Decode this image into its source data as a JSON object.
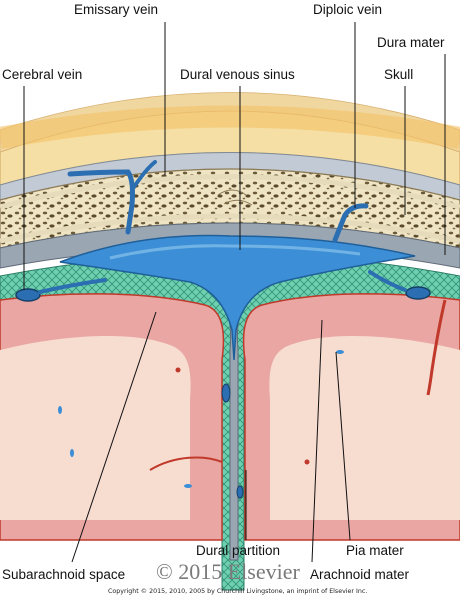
{
  "labels": {
    "emissary_vein": "Emissary vein",
    "diploic_vein": "Diploic vein",
    "dura_mater": "Dura mater",
    "cerebral_vein": "Cerebral vein",
    "dural_venous_sinus": "Dural venous sinus",
    "skull": "Skull",
    "dural_partition": "Dural partition",
    "pia_mater": "Pia mater",
    "subarachnoid_space": "Subarachnoid space",
    "arachnoid_mater": "Arachnoid mater"
  },
  "watermark": "© 2015 Elsevier",
  "copyright": "Copyright © 2015, 2010, 2005 by Churchill Livingstone, an imprint of Elsevier Inc.",
  "colors": {
    "scalp_skin": "#f4d79a",
    "scalp_fat": "#f3c36a",
    "periosteum": "#b9c2cc",
    "bone": "#efe5c4",
    "bone_pores": "#6b5a3a",
    "dura": "#8f9aa6",
    "venous_blood": "#3c8fd6",
    "arachnoid": "#5cc6a6",
    "brain_cortex": "#e9a6a2",
    "white_matter": "#f7dcd0",
    "artery": "#c0392b"
  }
}
